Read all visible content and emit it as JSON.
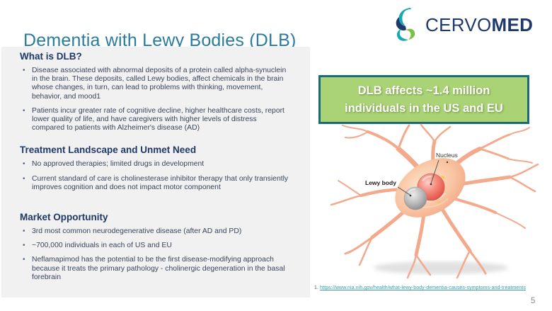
{
  "slide": {
    "title": "Dementia with Lewy Bodies (DLB)",
    "page_number": "5"
  },
  "logo": {
    "part1": "CERVO",
    "part2": "MED",
    "icon": "seahorse-mark"
  },
  "panel": {
    "sections": [
      {
        "heading": "What is DLB?",
        "bullets": [
          "Disease associated with abnormal deposits of a protein called alpha-synuclein in the brain. These deposits, called Lewy bodies, affect chemicals in the brain whose changes, in turn, can lead to problems with thinking, movement, behavior, and mood1",
          "Patients incur greater rate of cognitive decline, higher healthcare costs, report lower quality of life, and have caregivers with higher levels of distress compared to patients with Alzheimer's disease (AD)"
        ]
      },
      {
        "heading": "Treatment Landscape and Unmet Need",
        "bullets": [
          "No approved therapies; limited drugs in development",
          "Current standard of care is cholinesterase inhibitor therapy that only transiently improves cognition and does not impact motor component"
        ]
      },
      {
        "heading": "Market Opportunity",
        "bullets": [
          "3rd most common neurodegenerative  disease (after AD and PD)",
          "~700,000 individuals in each of US and EU",
          "Neflamapimod has the potential to be the first disease-modifying approach because it treats the primary pathology - cholinergic degeneration in the basal forebrain"
        ]
      }
    ]
  },
  "callout": {
    "text": "DLB affects ~1.4 million individuals in the US and EU"
  },
  "figure": {
    "nucleus_label": "Nucleus",
    "lewy_body_label": "Lewy body"
  },
  "footnote": {
    "marker": "1.",
    "url": "https://www.nia.nih.gov/health/what-lewy-body-dementia-causes-symptoms-and-treatments"
  },
  "colors": {
    "title_teal": "#2A7C9E",
    "heading_navy": "#1F3864",
    "body_text": "#39455B",
    "panel_gray": "#F1F1F2",
    "callout_fill": "#A9D374",
    "callout_border": "#1A6A7A",
    "link_teal": "#2E9FA9",
    "logo_navy": "#1E3A6D",
    "logo_teal": "#18A7B5",
    "logo_green": "#7AC143",
    "neuron_salmon": "#F3A98B"
  }
}
